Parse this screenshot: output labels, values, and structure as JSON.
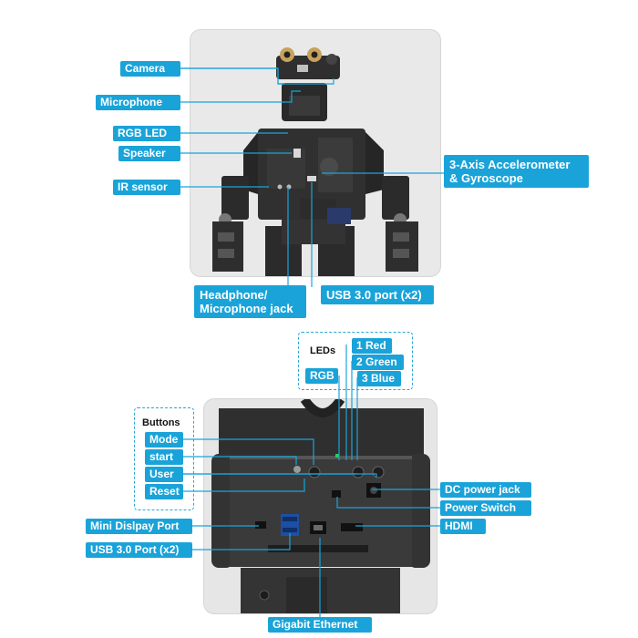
{
  "colors": {
    "label_bg": "#1aa3d9",
    "leader": "#1aa3d9",
    "panel": "#e9e9e9",
    "robot_body": "#2f2f2f"
  },
  "top_labels": {
    "camera": "Camera",
    "microphone": "Microphone",
    "rgb_led": "RGB LED",
    "speaker": "Speaker",
    "ir_sensor": "IR sensor",
    "accel_line1": "3-Axis Accelerometer",
    "accel_line2": "& Gyroscope",
    "headphone_line1": "Headphone/",
    "headphone_line2": "Microphone jack",
    "usb_top": "USB 3.0 port (x2)"
  },
  "leds": {
    "heading": "LEDs",
    "rgb": "RGB",
    "red": "1 Red",
    "green": "2 Green",
    "blue": "3 Blue"
  },
  "buttons": {
    "heading": "Buttons",
    "mode": "Mode",
    "start": "start",
    "user": "User",
    "reset": "Reset"
  },
  "bottom_labels": {
    "dc_power": "DC power jack",
    "power_switch": "Power Switch",
    "mini_displayport": "Mini Dislpay Port",
    "hdmi": "HDMI",
    "usb_bottom": "USB 3.0 Port (x2)",
    "ethernet": "Gigabit Ethernet"
  }
}
